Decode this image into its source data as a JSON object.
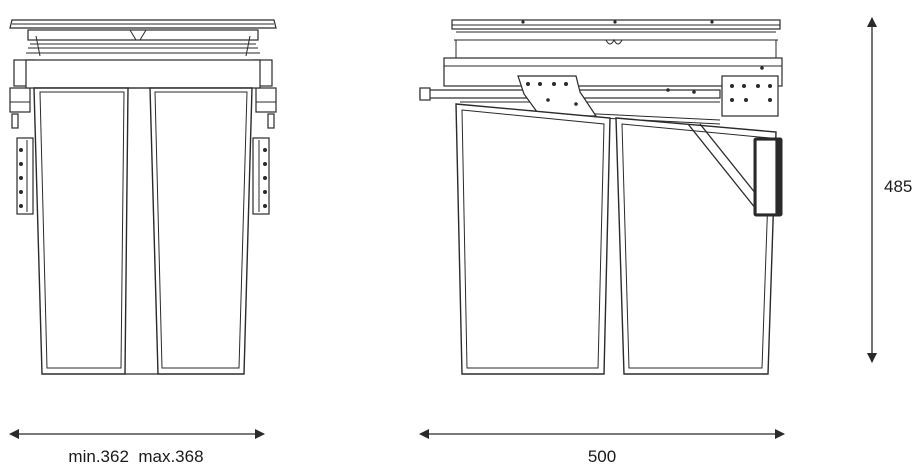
{
  "dimensions": {
    "width_label": "min.362  max.368",
    "depth_label": "500",
    "height_label": "485"
  },
  "colors": {
    "line": "#2a2a2a",
    "background": "#ffffff"
  }
}
